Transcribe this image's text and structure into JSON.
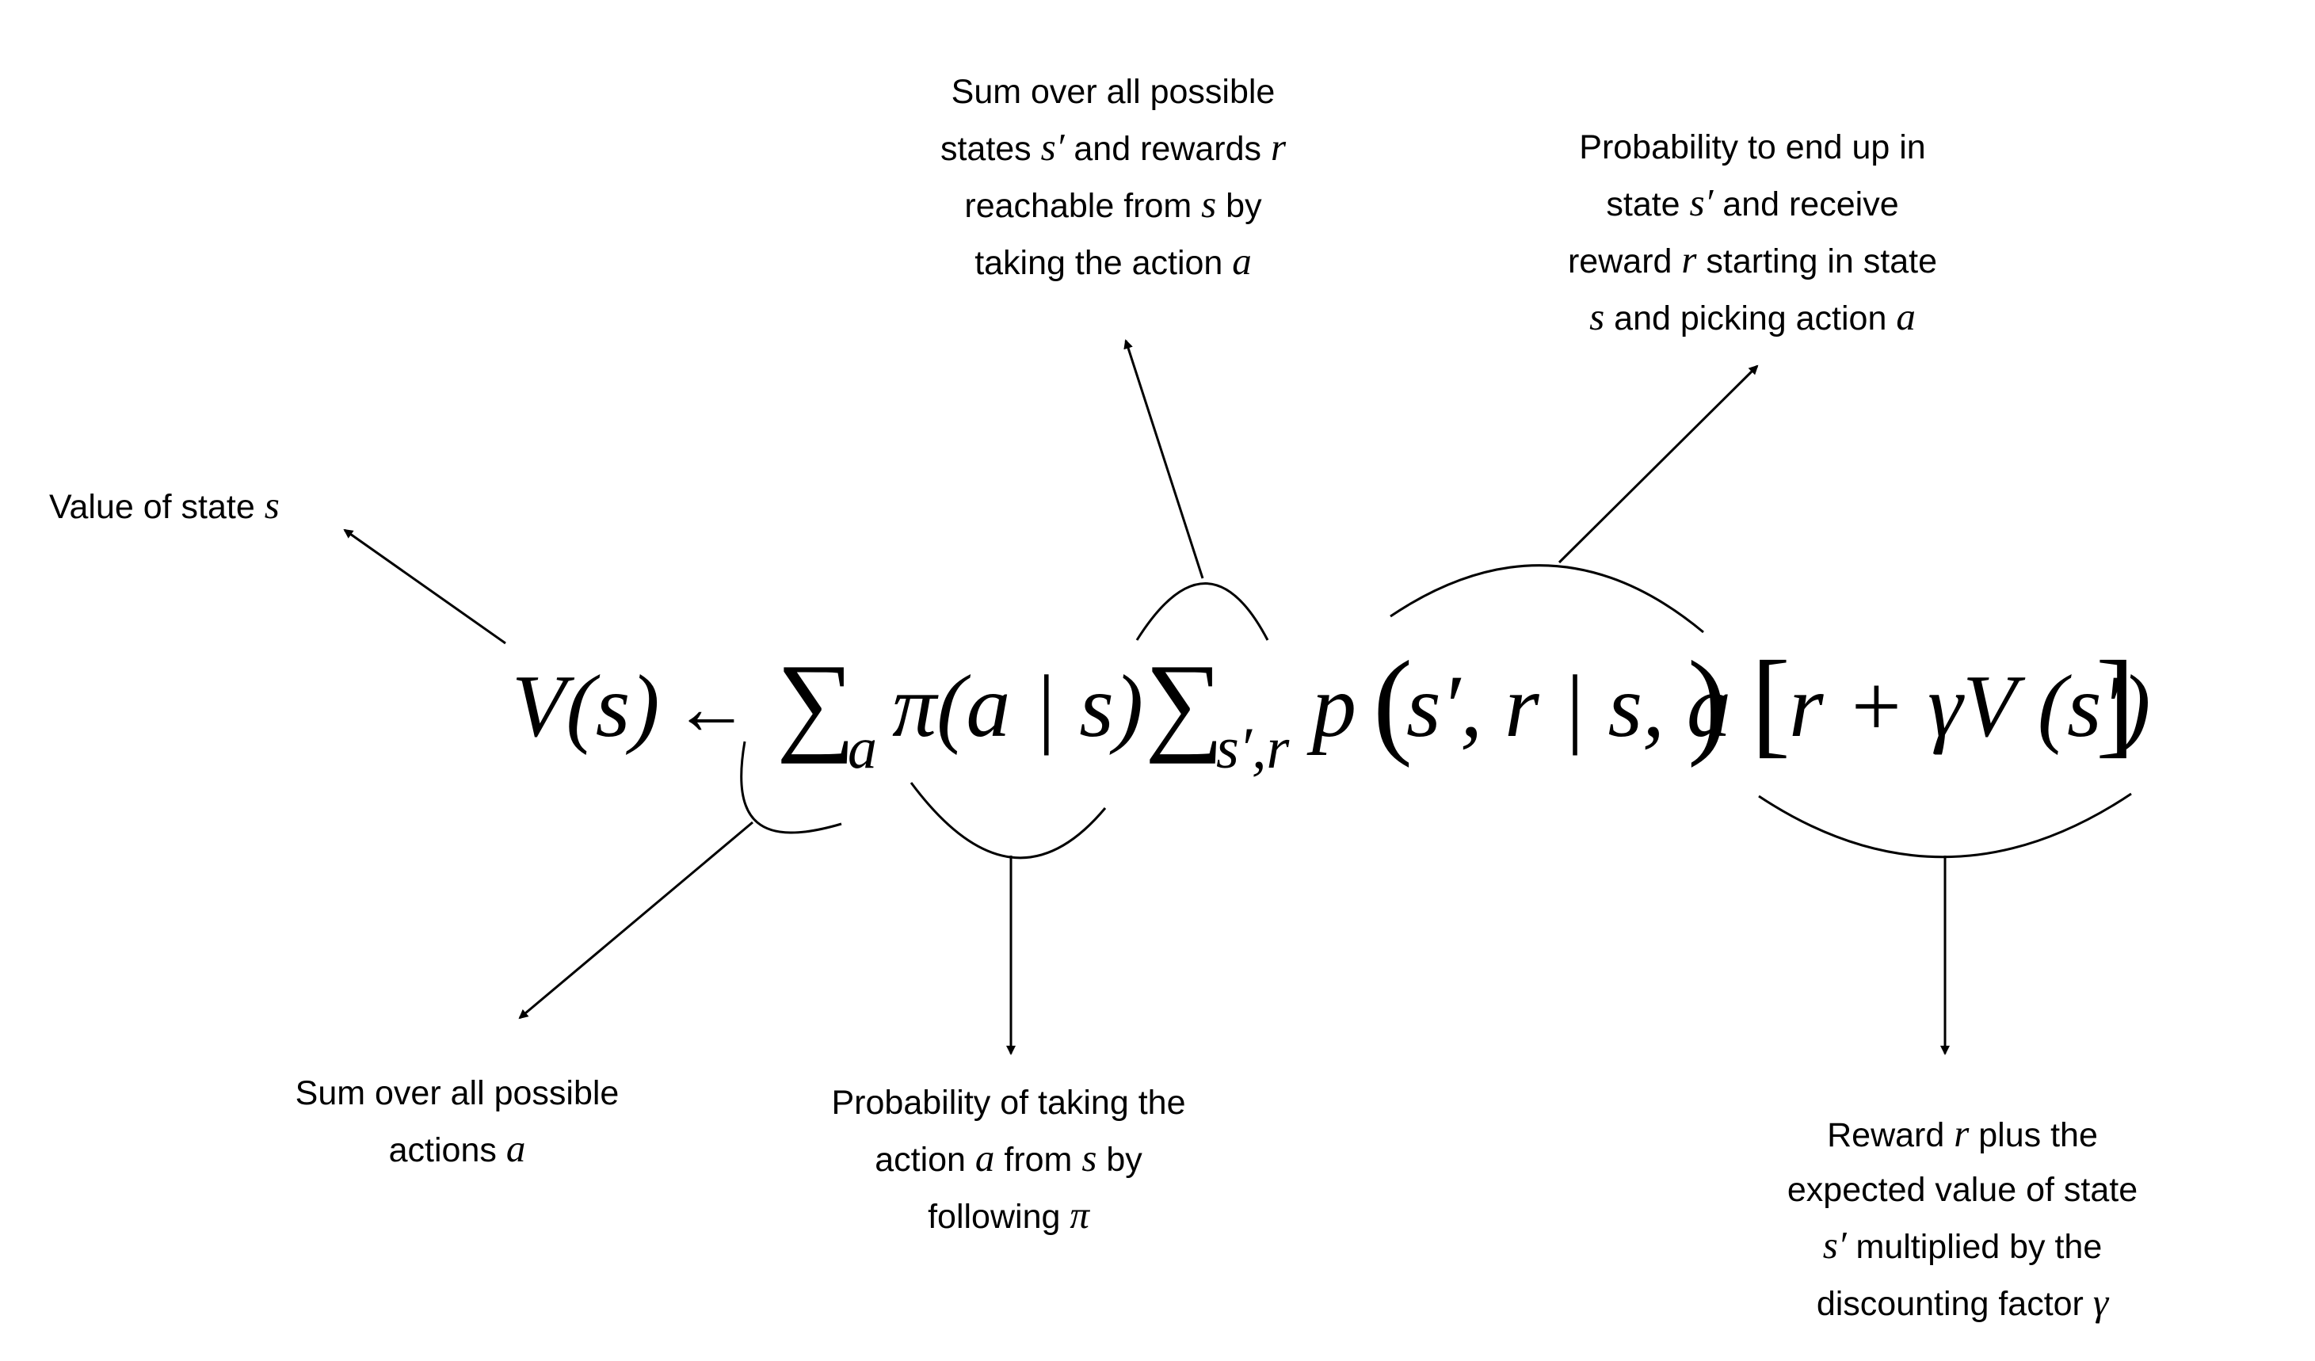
{
  "equation": {
    "lhs": "V(s)",
    "arrow": "←",
    "sum_symbol": "∑",
    "sum_a_sub": "a",
    "policy": "π(a | s)",
    "sum_sr_sub": "s′,r",
    "p_symbol": "p",
    "lparen": "(",
    "p_args": "s′, r | s, a",
    "rparen": ")",
    "lbracket": "[",
    "bracket_content": "r + γV (s′)",
    "rbracket": "]"
  },
  "annotations": {
    "value_of_state": {
      "lines": [
        [
          {
            "t": "Value of state "
          },
          {
            "m": "s"
          }
        ]
      ]
    },
    "sum_states_rewards": {
      "lines": [
        [
          {
            "t": "Sum over all possible"
          }
        ],
        [
          {
            "t": "states "
          },
          {
            "m": "s′"
          },
          {
            "t": " and rewards "
          },
          {
            "m": "r"
          }
        ],
        [
          {
            "t": "reachable from "
          },
          {
            "m": "s"
          },
          {
            "t": " by"
          }
        ],
        [
          {
            "t": "taking the action "
          },
          {
            "m": "a"
          }
        ]
      ]
    },
    "transition_probability": {
      "lines": [
        [
          {
            "t": "Probability to end up in"
          }
        ],
        [
          {
            "t": "state "
          },
          {
            "m": "s′"
          },
          {
            "t": " and receive"
          }
        ],
        [
          {
            "t": "reward "
          },
          {
            "m": "r"
          },
          {
            "t": " starting in state"
          }
        ],
        [
          {
            "m": "s"
          },
          {
            "t": " and picking action "
          },
          {
            "m": "a"
          }
        ]
      ]
    },
    "sum_actions": {
      "lines": [
        [
          {
            "t": "Sum over all possible"
          }
        ],
        [
          {
            "t": "actions "
          },
          {
            "m": "a"
          }
        ]
      ]
    },
    "policy_probability": {
      "lines": [
        [
          {
            "t": "Probability of taking the"
          }
        ],
        [
          {
            "t": "action "
          },
          {
            "m": "a"
          },
          {
            "t": " from "
          },
          {
            "m": "s"
          },
          {
            "t": " by"
          }
        ],
        [
          {
            "t": "following "
          },
          {
            "m": "π"
          }
        ]
      ]
    },
    "reward_plus_value": {
      "lines": [
        [
          {
            "t": "Reward "
          },
          {
            "m": "r"
          },
          {
            "t": " plus the"
          }
        ],
        [
          {
            "t": "expected value of state"
          }
        ],
        [
          {
            "m": "s′"
          },
          {
            "t": " multiplied by the"
          }
        ],
        [
          {
            "t": "discounting factor "
          },
          {
            "m": "γ"
          }
        ]
      ]
    }
  }
}
